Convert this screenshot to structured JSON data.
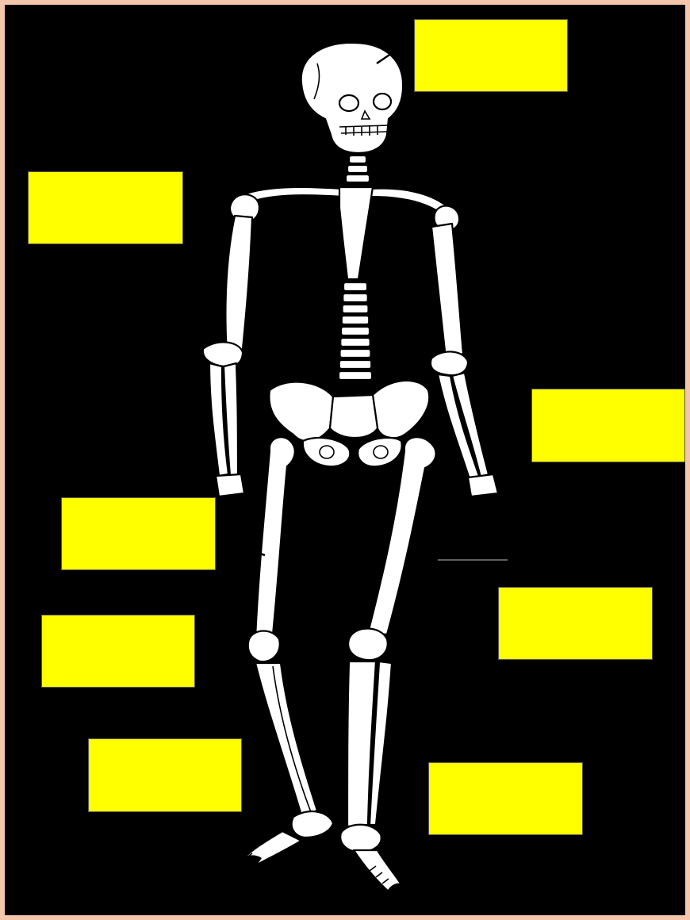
{
  "colors": {
    "label_fill": "#ffff00",
    "frame_outer": "#f4c7ad",
    "frame_border": "#000000",
    "background": "#ffffff",
    "line": "#000000"
  },
  "labels": [
    {
      "id": "skull",
      "text": ""
    },
    {
      "id": "upper-arm",
      "text": ""
    },
    {
      "id": "wrist",
      "text": ""
    },
    {
      "id": "hand",
      "text": ""
    },
    {
      "id": "fingers",
      "text": ""
    },
    {
      "id": "knee",
      "text": ""
    },
    {
      "id": "ankle",
      "text": ""
    },
    {
      "id": "toes",
      "text": ""
    }
  ]
}
